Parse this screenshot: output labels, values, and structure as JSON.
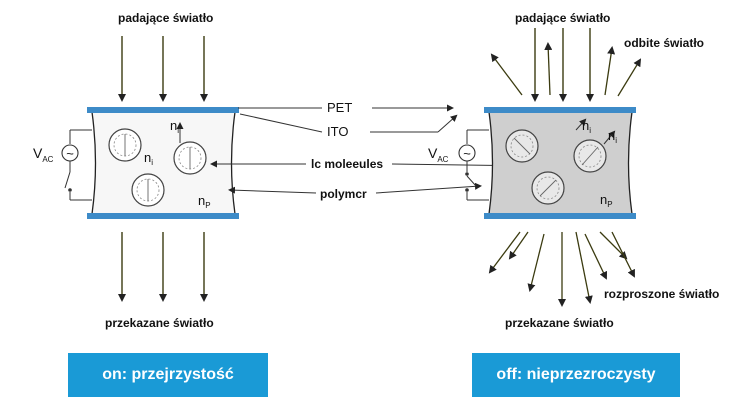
{
  "labels": {
    "incident_left": "padające światło",
    "incident_right": "padające światło",
    "reflected": "odbite światło",
    "transmitted_left": "przekazane światło",
    "transmitted_right": "przekazane światło",
    "scattered": "rozproszone światło",
    "pet": "PET",
    "ito": "ITO",
    "lc": "lc moleeules",
    "polymer": "polymcr",
    "vac_main": "V",
    "vac_sub": "AC",
    "ac_symbol": "~",
    "n_i": "n",
    "n_i_sub": "i",
    "n_p": "n",
    "n_p_sub": "P"
  },
  "states": {
    "on": "on: przejrzystość",
    "off": "off: nieprzezroczysty"
  },
  "colors": {
    "electrode": "#3d8bc8",
    "cell_on": "#f7f7f7",
    "cell_off": "#cfcfcf",
    "arrow": "#3b3b10",
    "state_box": "#1a9ad6"
  }
}
